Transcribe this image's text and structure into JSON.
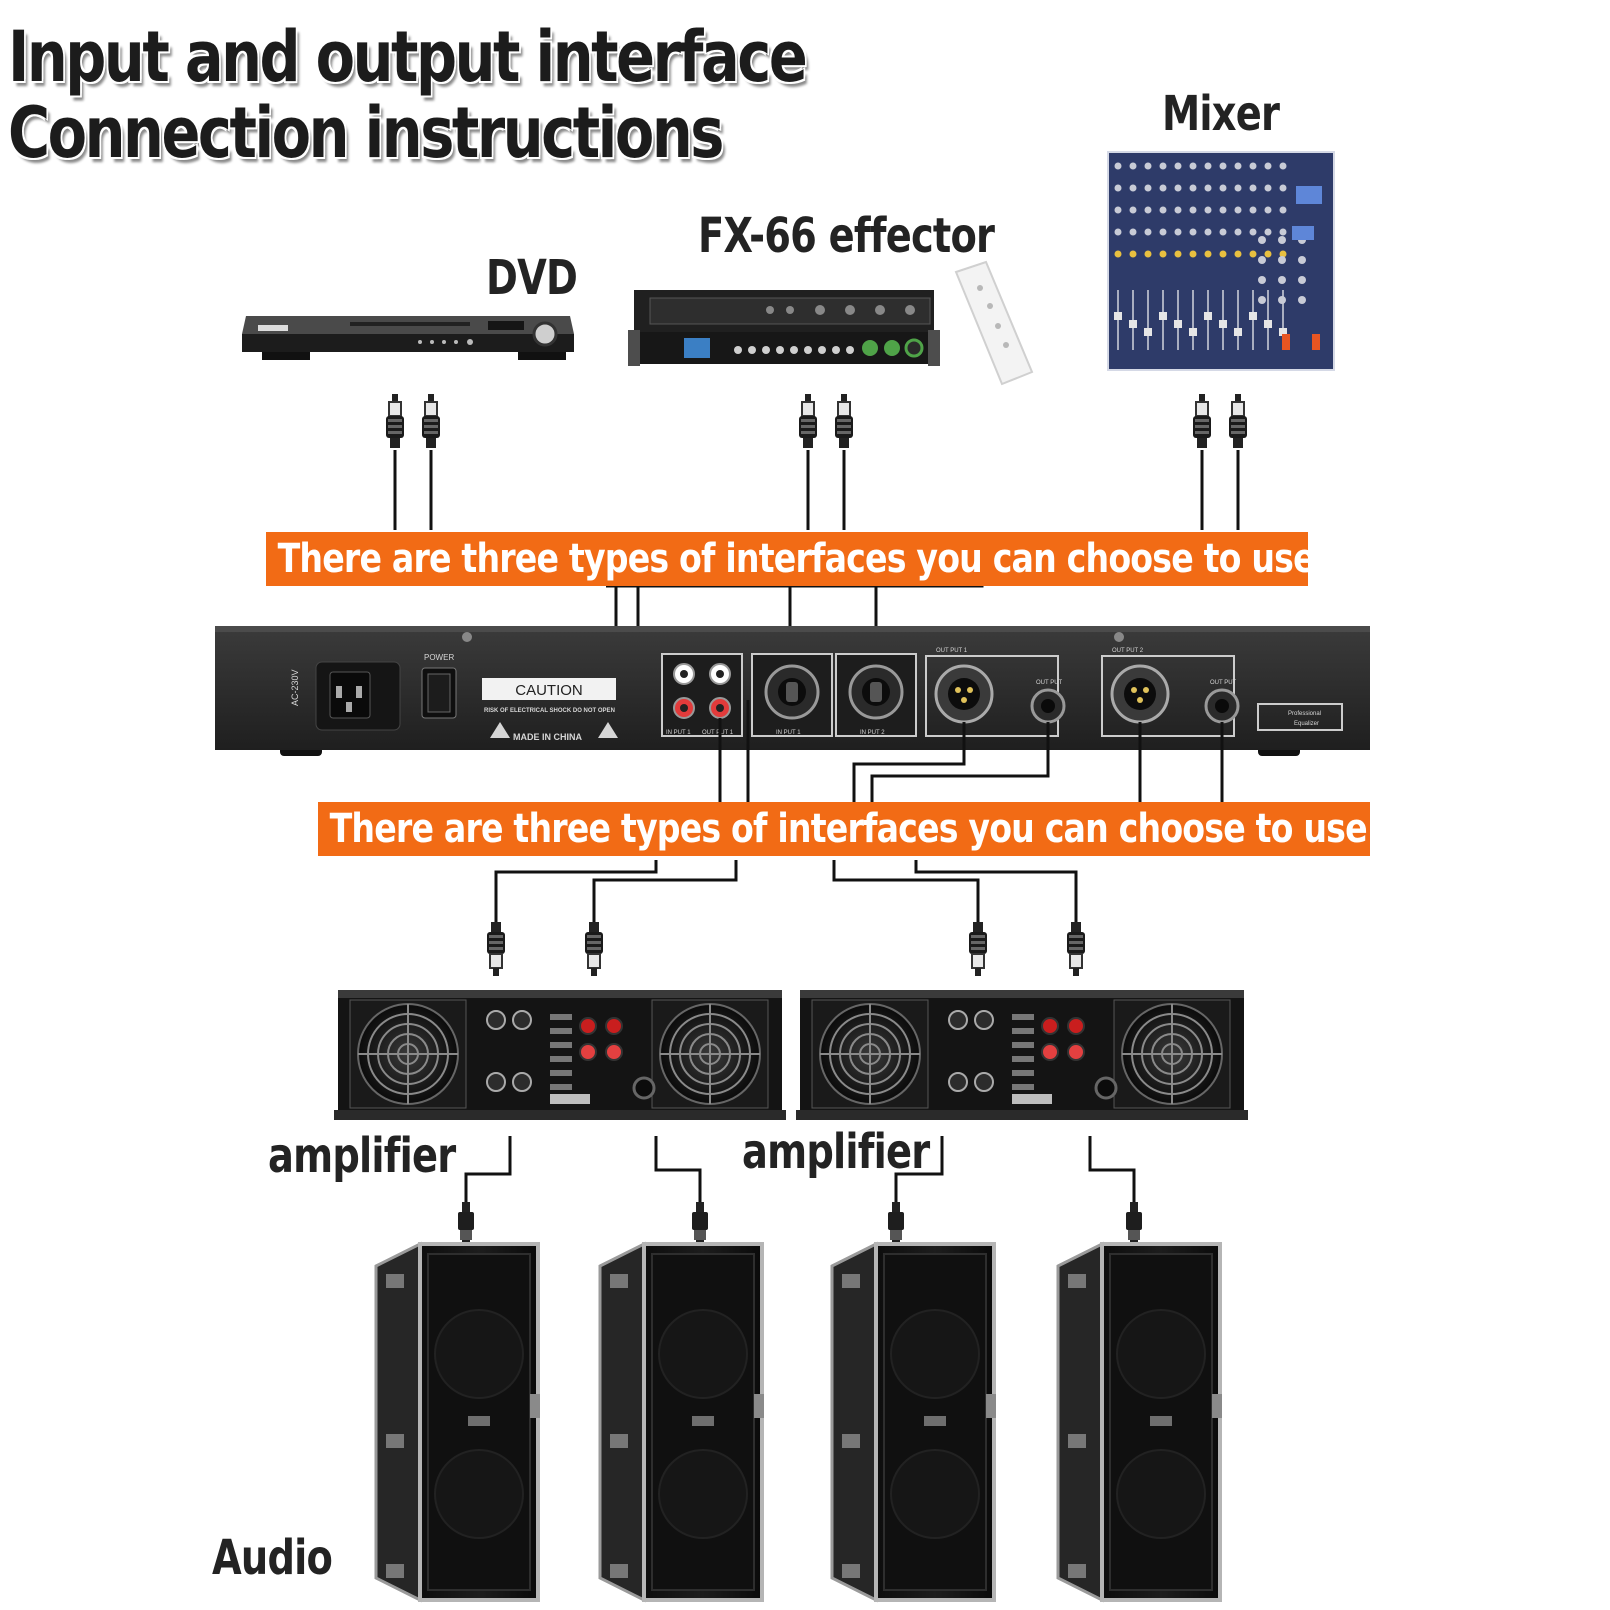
{
  "title": {
    "line1": "Input and output interface",
    "line2": "Connection instructions"
  },
  "devices": {
    "dvd": "DVD",
    "effector": "FX-66 effector",
    "mixer": "Mixer",
    "amplifier_left": "amplifier",
    "amplifier_right": "amplifier",
    "audio": "Audio"
  },
  "banners": {
    "input": "There are three types of interfaces you can choose to use",
    "output": "There are three types of interfaces you can choose to use"
  },
  "panel": {
    "voltage": "AC-230V",
    "power": "POWER",
    "caution": "CAUTION",
    "warning": "RISK OF ELECTRICAL SHOCK DO NOT OPEN",
    "made_in": "MADE IN CHINA",
    "rca_in": "IN PUT 1",
    "rca_out": "OUT PUT 1",
    "xlr_in1": "IN PUT 1",
    "xlr_in2": "IN PUT 2",
    "out1": "OUT PUT 1",
    "out2": "OUT PUT 2",
    "jack_out": "OUT PUT",
    "brand_line1": "Professional",
    "brand_line2": "Equalizer"
  },
  "colors": {
    "banner": "#f26b15",
    "chassis": "#2b2b2b",
    "mixer": "#2d3a66"
  }
}
